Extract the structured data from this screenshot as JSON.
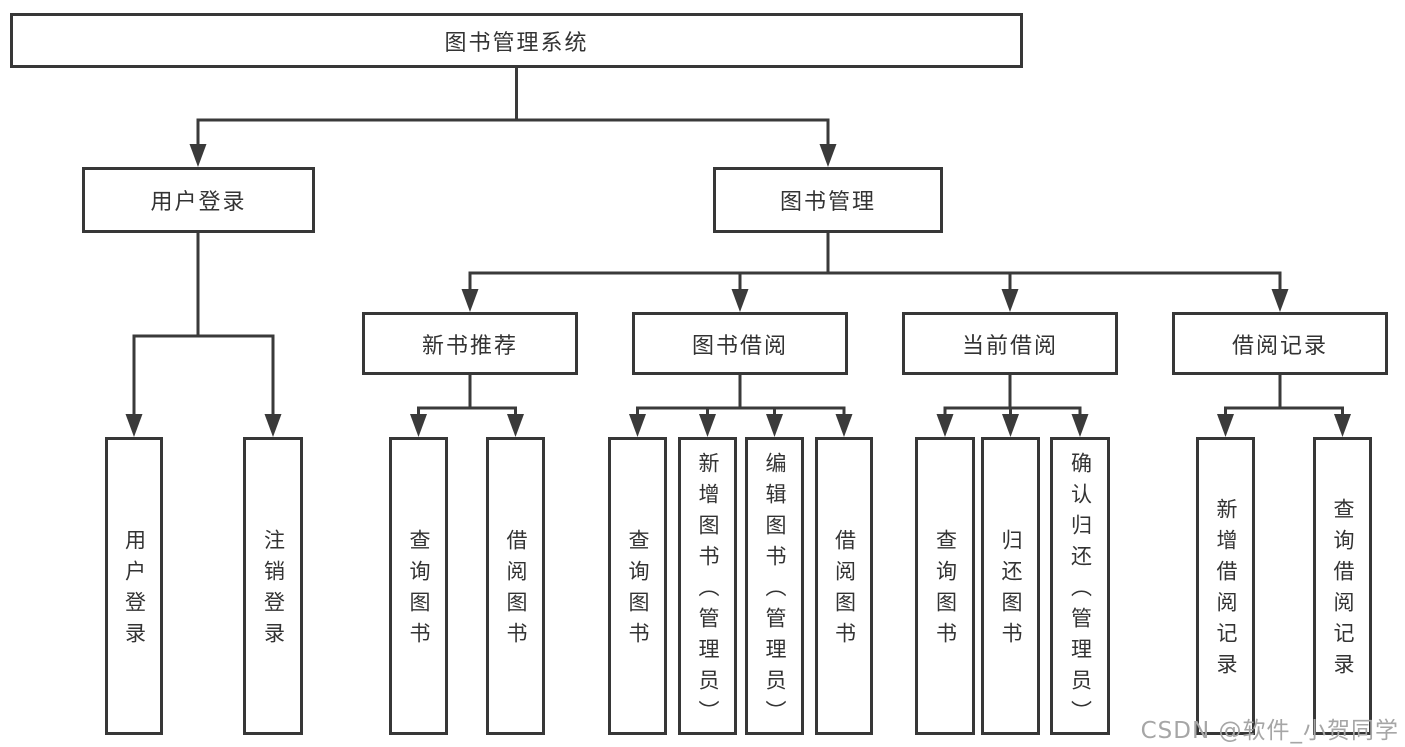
{
  "diagram": {
    "root": {
      "label": "图书管理系统"
    },
    "level2": {
      "user_login": {
        "label": "用户登录"
      },
      "book_mgmt": {
        "label": "图书管理"
      }
    },
    "level3": {
      "new_books": {
        "label": "新书推荐"
      },
      "book_borrow": {
        "label": "图书借阅"
      },
      "current_borrow": {
        "label": "当前借阅"
      },
      "borrow_records": {
        "label": "借阅记录"
      }
    },
    "leaves": {
      "login": {
        "label": "用户登录"
      },
      "logout": {
        "label": "注销登录"
      },
      "nb_query": {
        "label": "查询图书"
      },
      "nb_borrow": {
        "label": "借阅图书"
      },
      "bb_query": {
        "label": "查询图书"
      },
      "bb_add": {
        "label": "新增图书（管理员）"
      },
      "bb_edit": {
        "label": "编辑图书（管理员）"
      },
      "bb_borrow": {
        "label": "借阅图书"
      },
      "cb_query": {
        "label": "查询图书"
      },
      "cb_return": {
        "label": "归还图书"
      },
      "cb_confirm": {
        "label": "确认归还（管理员）"
      },
      "br_add": {
        "label": "新增借阅记录"
      },
      "br_query": {
        "label": "查询借阅记录"
      }
    }
  },
  "watermark": {
    "text": "CSDN @软件_小贺同学"
  },
  "colors": {
    "background": "#ffffff",
    "line": "#3a3a3a",
    "border": "#373737",
    "text": "#333333",
    "watermark": "#a6a6a6"
  }
}
